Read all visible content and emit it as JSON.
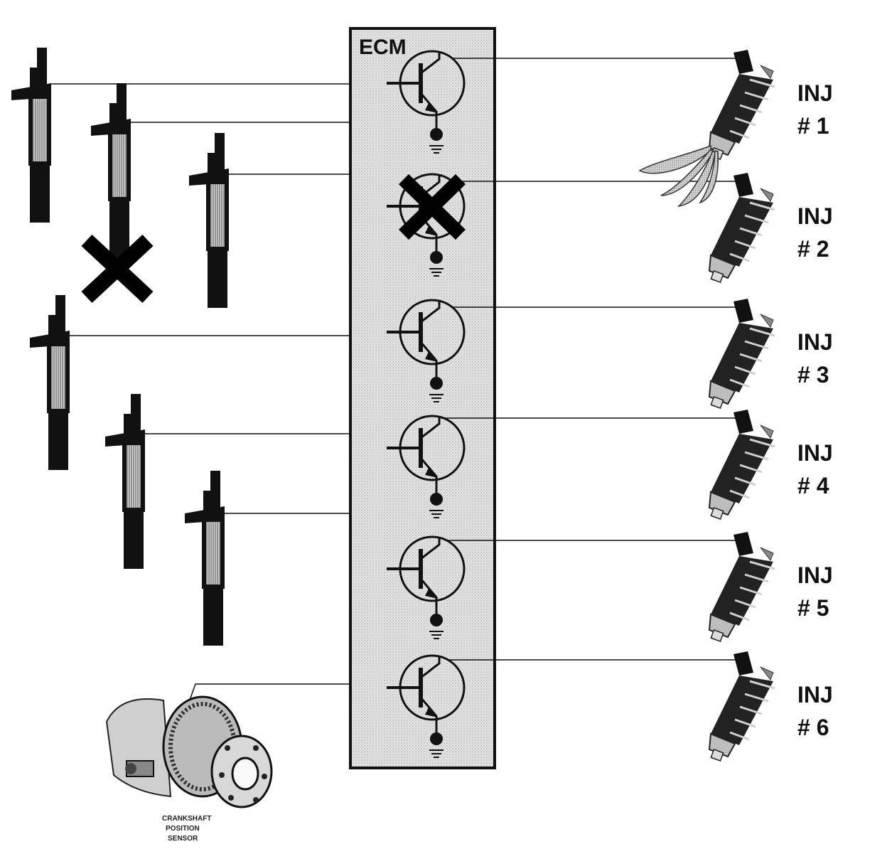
{
  "ecm": {
    "label": "ECM"
  },
  "coils": [
    {
      "id": 1,
      "failed": false
    },
    {
      "id": 2,
      "failed": true
    },
    {
      "id": 3,
      "failed": false
    },
    {
      "id": 4,
      "failed": false
    },
    {
      "id": 5,
      "failed": false
    },
    {
      "id": 6,
      "failed": false
    }
  ],
  "drivers": [
    {
      "id": 1,
      "failed": false
    },
    {
      "id": 2,
      "failed": true
    },
    {
      "id": 3,
      "failed": false
    },
    {
      "id": 4,
      "failed": false
    },
    {
      "id": 5,
      "failed": false
    },
    {
      "id": 6,
      "failed": false
    }
  ],
  "injectors": [
    {
      "line1": "INJ",
      "line2": "# 1",
      "spraying": true
    },
    {
      "line1": "INJ",
      "line2": "# 2",
      "spraying": false
    },
    {
      "line1": "INJ",
      "line2": "# 3",
      "spraying": false
    },
    {
      "line1": "INJ",
      "line2": "# 4",
      "spraying": false
    },
    {
      "line1": "INJ",
      "line2": "# 5",
      "spraying": false
    },
    {
      "line1": "INJ",
      "line2": "# 6",
      "spraying": false
    }
  ],
  "sensor": {
    "line1": "CRANKSHAFT",
    "line2": "POSITION",
    "line3": "SENSOR"
  }
}
